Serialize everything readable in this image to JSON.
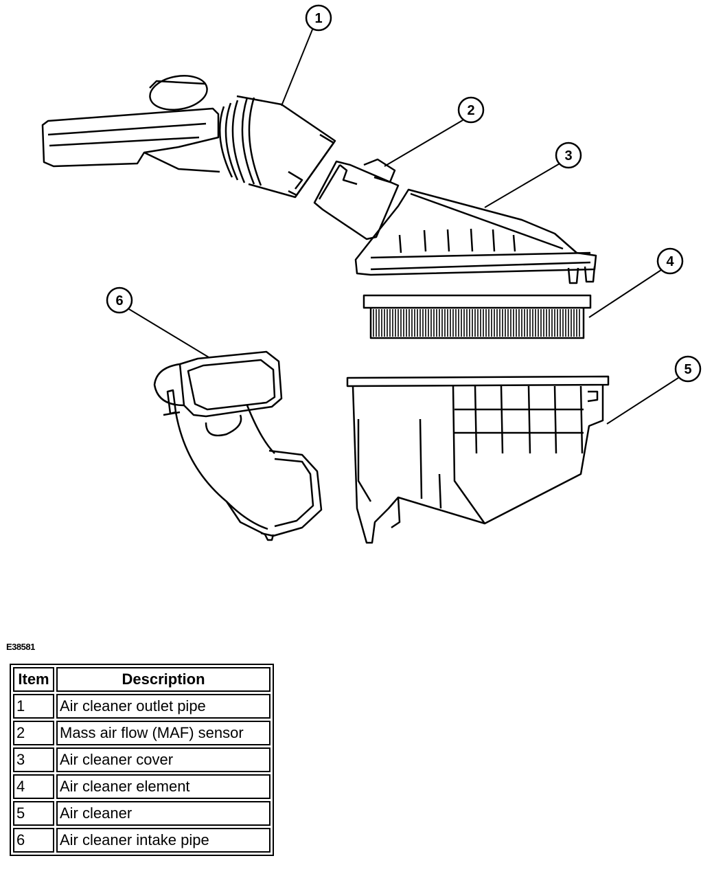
{
  "figure_id": "E38581",
  "legend": {
    "headers": [
      "Item",
      "Description"
    ],
    "rows": [
      {
        "item": "1",
        "description": "Air cleaner outlet pipe"
      },
      {
        "item": "2",
        "description": "Mass air flow (MAF) sensor"
      },
      {
        "item": "3",
        "description": "Air cleaner cover"
      },
      {
        "item": "4",
        "description": "Air cleaner element"
      },
      {
        "item": "5",
        "description": "Air cleaner"
      },
      {
        "item": "6",
        "description": "Air cleaner intake pipe"
      }
    ]
  },
  "callouts": [
    "1",
    "2",
    "3",
    "4",
    "5",
    "6"
  ]
}
